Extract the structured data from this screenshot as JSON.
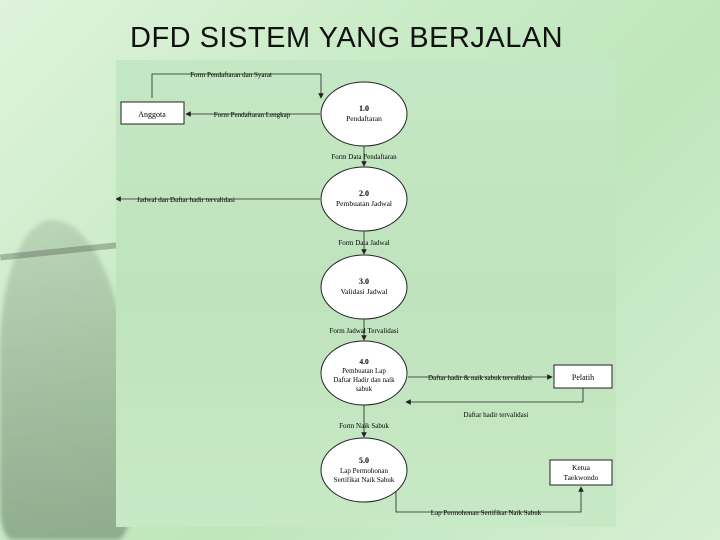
{
  "slide": {
    "title": "DFD SISTEM YANG BERJALAN"
  },
  "entities": {
    "anggota": "Anggota",
    "pelatih": "Pelatih",
    "ketua": [
      "Ketua",
      "Taekwondo"
    ]
  },
  "processes": [
    {
      "num": "1.0",
      "label": [
        "Pendaftaran"
      ]
    },
    {
      "num": "2.0",
      "label": [
        "Pembuatan Jadwal"
      ]
    },
    {
      "num": "3.0",
      "label": [
        "Validasi Jadwal"
      ]
    },
    {
      "num": "4.0",
      "label": [
        "Pembuatan Lap",
        "Daftar Hadir dan naik",
        "sabuk"
      ]
    },
    {
      "num": "5.0",
      "label": [
        "Lap Permohonan",
        "Sertifikat Naik Sabuk"
      ]
    }
  ],
  "flows": {
    "form_pendaftaran_syarat": "Form Pendaftaran dan Syarat",
    "form_pendaftaran_lengkap": "Form Pendaftaran Lengkap",
    "form_data_pendaftaran": "Form Data Pendaftaran",
    "jadwal_daftar_hadir": "Jadwal dan Daftar hadir tervalidasi",
    "form_data_jadwal": "Form Data Jadwal",
    "form_jadwal_tervalidasi": "Form Jadwal Tervalidasi",
    "daftar_hadir_naik_sabuk": "Daftar hadir & naik sabuk tervalidasi",
    "daftar_hadir_tervalidasi": "Daftar hadir tervalidasi",
    "form_naik_sabuk": "Form Naik Sabuk",
    "lap_permohonan": "Lap Permohonan Sertifikat Naik Sabuk"
  },
  "colors": {
    "panel": "#c3e6c1",
    "ink": "#222222",
    "node_fill": "#ffffff"
  }
}
